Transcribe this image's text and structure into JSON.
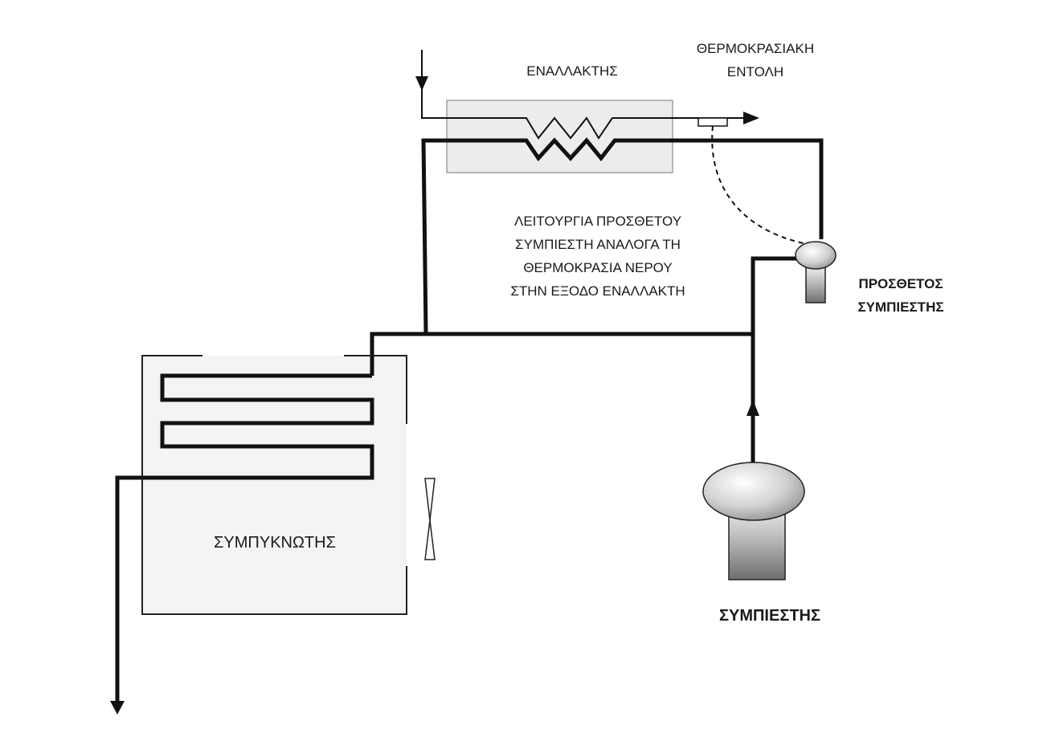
{
  "labels": {
    "exchanger": "ΕΝΑΛΛΑΚΤΗΣ",
    "thermostat_line1": "ΘΕΡΜΟΚΡΑΣΙΑΚΗ",
    "thermostat_line2": "ΕΝΤΟΛΗ",
    "description_line1": "ΛΕΙΤΟΥΡΓΙΑ ΠΡΟΣΘΕΤΟΥ",
    "description_line2": "ΣΥΜΠΙΕΣΤΗ ΑΝΑΛΟΓΑ ΤΗ",
    "description_line3": "ΘΕΡΜΟΚΡΑΣΙΑ ΝΕΡΟΥ",
    "description_line4": "ΣΤΗΝ ΕΞΟΔΟ ΕΝΑΛΛΑΚΤΗ",
    "aux_compressor_line1": "ΠΡΟΣΘΕΤΟΣ",
    "aux_compressor_line2": "ΣΥΜΠΙΕΣΤΗΣ",
    "condenser": "ΣΥΜΠΥΚΝΩΤΗΣ",
    "compressor": "ΣΥΜΠΙΕΣΤΗΣ"
  },
  "colors": {
    "line": "#111111",
    "box_fill": "#ececec",
    "box_stroke": "#777777"
  }
}
